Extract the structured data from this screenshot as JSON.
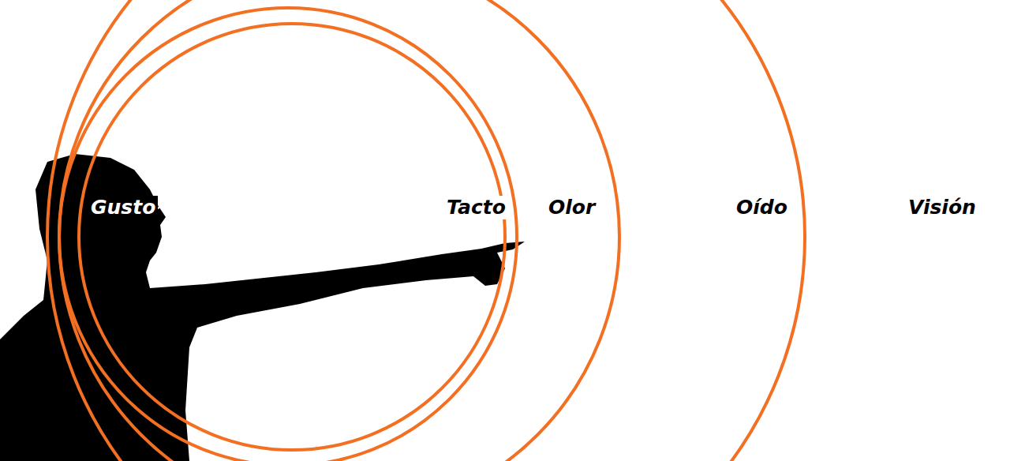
{
  "diagram": {
    "labels": [
      "Gusto",
      "Tacto",
      "Olor",
      "Oído",
      "Visión"
    ]
  }
}
